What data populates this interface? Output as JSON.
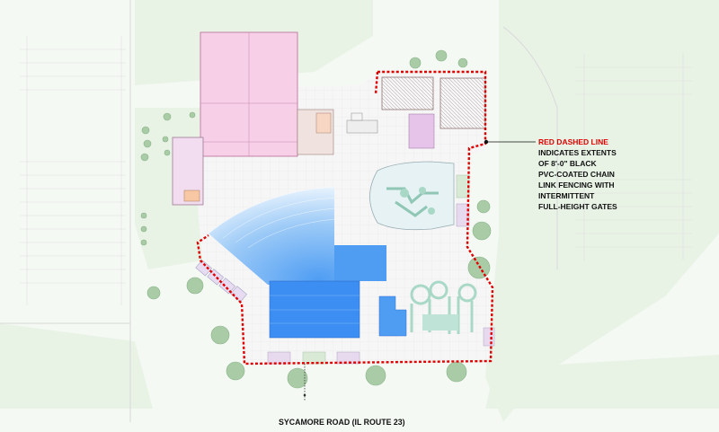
{
  "legend": {
    "title": "RED DASHED LINE",
    "lines": [
      "INDICATES EXTENTS",
      "OF 8'-0\" BLACK",
      "PVC-COATED CHAIN",
      "LINK FENCING WITH",
      "INTERMITTENT",
      "FULL-HEIGHT GATES"
    ]
  },
  "road_label": "SYCAMORE ROAD (IL ROUTE 23)",
  "colors": {
    "fence": "#e00000",
    "lawn": "#e8f3e6",
    "tree": "#8bb88d",
    "building": "#f7cfe6",
    "shade_roof": "#d7c7c7",
    "pool_light": "#a9d2f8",
    "pool_deep": "#3d8ef2",
    "splash_pad": "#a9d9c6"
  }
}
